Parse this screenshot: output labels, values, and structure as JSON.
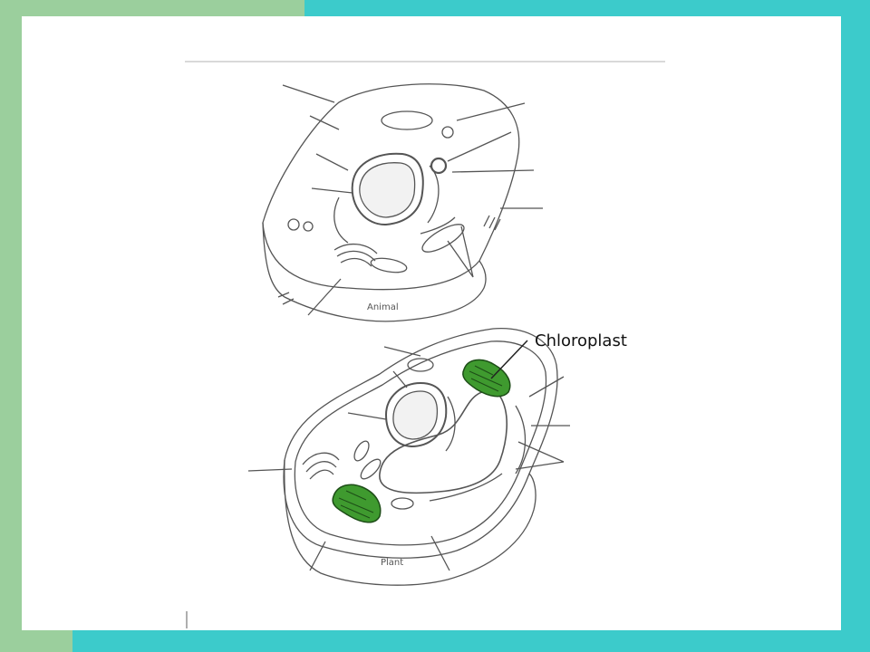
{
  "diagram": {
    "animal_caption": "Animal",
    "plant_caption": "Plant",
    "chloroplast_label": "Chloroplast"
  },
  "colors": {
    "frame_teal": "#3ccbcb",
    "frame_green": "#9bcf9d",
    "chloroplast_green": "#3f9a2f"
  }
}
